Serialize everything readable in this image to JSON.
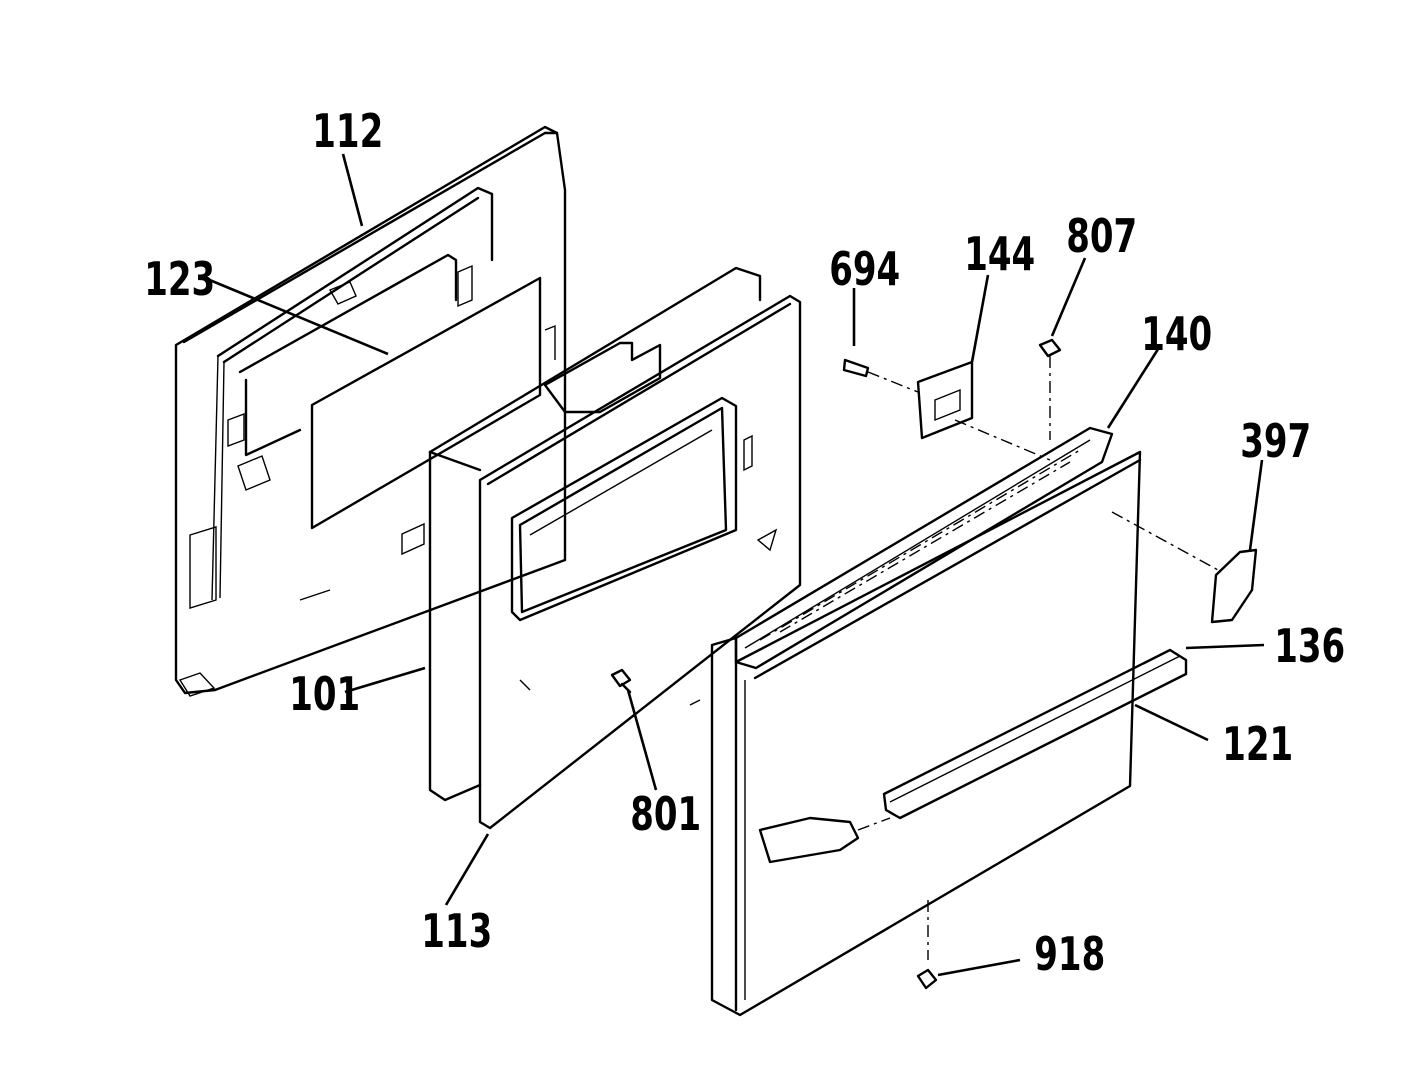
{
  "diagram": {
    "labels": {
      "p112": "112",
      "p123": "123",
      "p101": "101",
      "p113": "113",
      "p801": "801",
      "p694": "694",
      "p144": "144",
      "p807": "807",
      "p140": "140",
      "p397": "397",
      "p136": "136",
      "p121": "121",
      "p918": "918"
    }
  }
}
